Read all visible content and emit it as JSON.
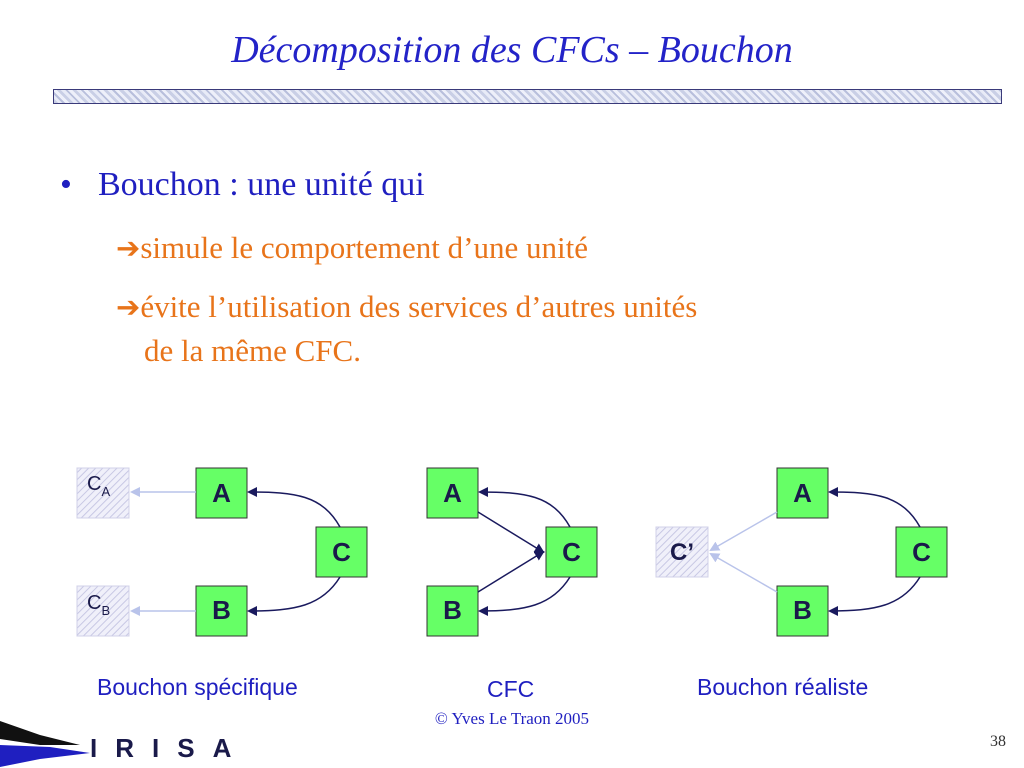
{
  "slide": {
    "title": "Décomposition des CFCs – Bouchon",
    "bullet": "Bouchon : une unité qui",
    "sub_items": [
      {
        "text": "simule le comportement d’une unité"
      },
      {
        "text_line1": "évite l’utilisation des services d’autres unités",
        "text_line2": "de la même CFC."
      }
    ],
    "arrow_glyph": "➔"
  },
  "diagram": {
    "groups": [
      {
        "caption": "Bouchon spécifique",
        "nodes": {
          "a": "A",
          "b": "B",
          "c": "C"
        },
        "stubs": [
          {
            "main": "C",
            "sub": "A"
          },
          {
            "main": "C",
            "sub": "B"
          }
        ]
      },
      {
        "caption": "CFC",
        "nodes": {
          "a": "A",
          "b": "B",
          "c": "C"
        }
      },
      {
        "caption": "Bouchon réaliste",
        "nodes": {
          "a": "A",
          "b": "B",
          "c": "C"
        },
        "stub": "C’"
      }
    ],
    "colors": {
      "node_fill": "#66ff66",
      "stub_fill": "#e6e6f5",
      "edge": "#1a1a5e",
      "stub_edge": "#b9c3ea"
    }
  },
  "footer": {
    "copyright": "© Yves Le Traon 2005",
    "page_number": "38",
    "logo_text": "IRISA"
  }
}
